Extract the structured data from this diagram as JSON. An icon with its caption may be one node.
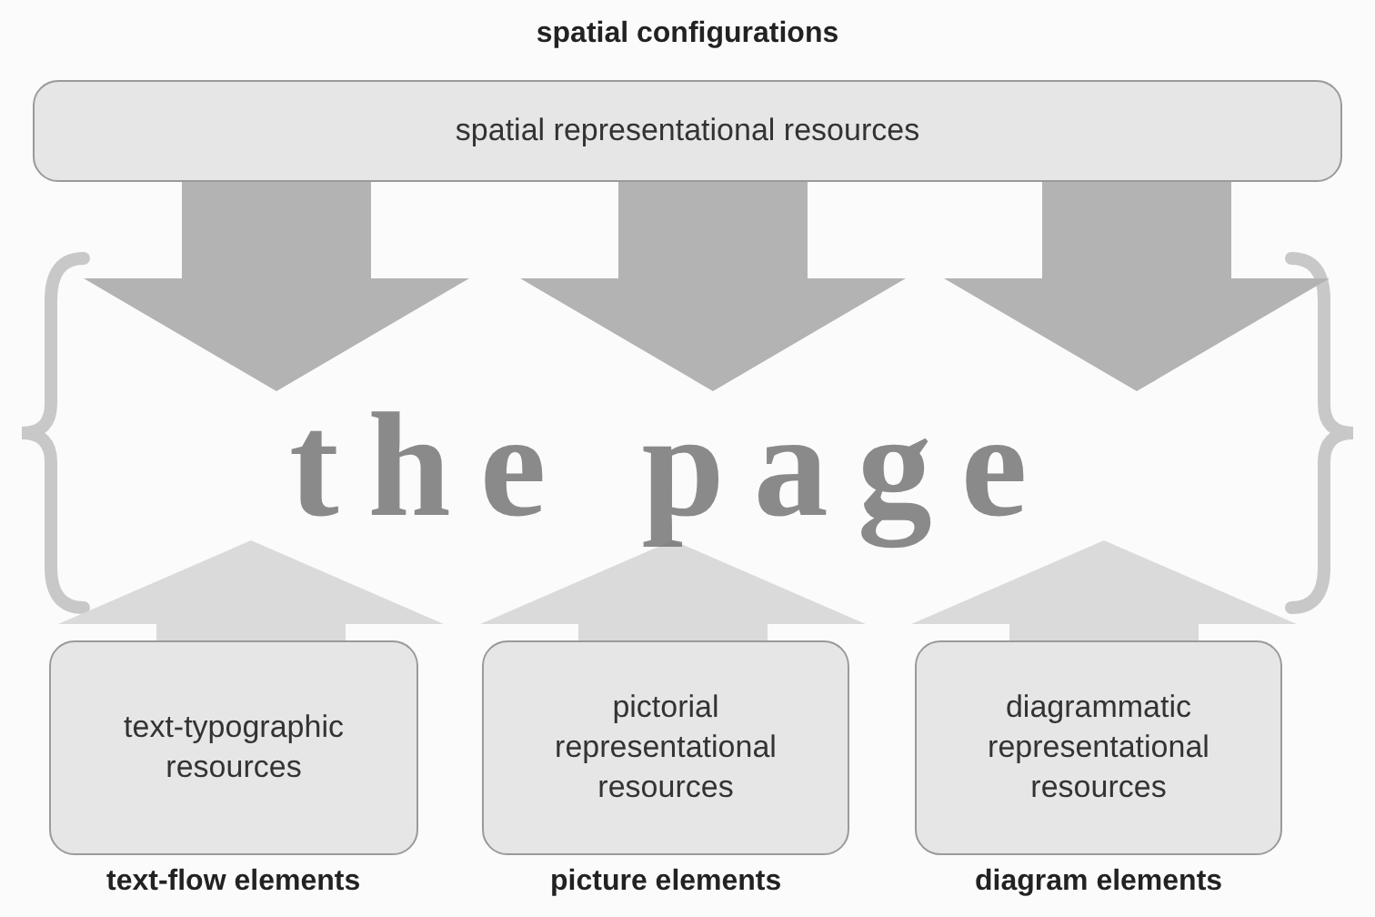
{
  "diagram": {
    "title": "spatial configurations",
    "nodes": [
      {
        "text": [
          "spatial representational resources"
        ]
      },
      {
        "text": [
          "the page"
        ]
      },
      {
        "text": [
          "text-typographic resources"
        ],
        "beside": [
          "text-flow elements"
        ]
      },
      {
        "text": [
          "pictorial representational resources"
        ],
        "beside": [
          "picture elements"
        ]
      },
      {
        "text": [
          "diagrammatic representational resources"
        ],
        "beside": [
          "diagram elements"
        ]
      }
    ],
    "edges": [
      {
        "from": 0,
        "to": 1,
        "arrow": "to"
      },
      {
        "from": 0,
        "to": 1,
        "arrow": "to"
      },
      {
        "from": 0,
        "to": 1,
        "arrow": "to"
      },
      {
        "from": 2,
        "to": 1,
        "arrow": "to",
        "color": "#d9d9d9"
      },
      {
        "from": 3,
        "to": 1,
        "arrow": "to",
        "color": "#d9d9d9"
      },
      {
        "from": 4,
        "to": 1,
        "arrow": "to",
        "color": "#d9d9d9"
      }
    ]
  }
}
